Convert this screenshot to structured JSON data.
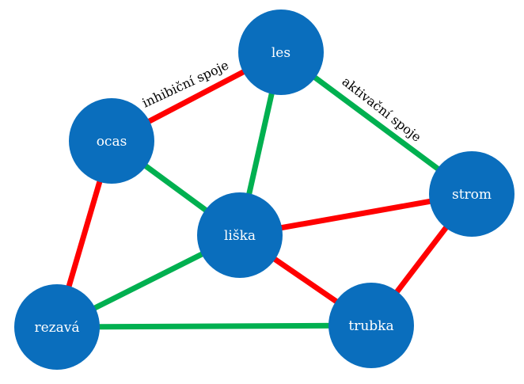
{
  "colors": {
    "node": "#0a6ebd",
    "inhibitory": "#ff0000",
    "activating": "#00b050",
    "node_text": "#ffffff",
    "label_text": "#000000"
  },
  "nodes": [
    {
      "id": "les",
      "label": "les"
    },
    {
      "id": "ocas",
      "label": "ocas"
    },
    {
      "id": "strom",
      "label": "strom"
    },
    {
      "id": "liska",
      "label": "liška"
    },
    {
      "id": "rezava",
      "label": "rezavá"
    },
    {
      "id": "trubka",
      "label": "trubka"
    }
  ],
  "edges": [
    {
      "from": "ocas",
      "to": "les",
      "type": "inhibitory"
    },
    {
      "from": "les",
      "to": "strom",
      "type": "activating"
    },
    {
      "from": "les",
      "to": "liska",
      "type": "activating"
    },
    {
      "from": "ocas",
      "to": "liska",
      "type": "activating"
    },
    {
      "from": "ocas",
      "to": "rezava",
      "type": "inhibitory"
    },
    {
      "from": "liska",
      "to": "strom",
      "type": "inhibitory"
    },
    {
      "from": "liska",
      "to": "rezava",
      "type": "activating"
    },
    {
      "from": "liska",
      "to": "trubka",
      "type": "inhibitory"
    },
    {
      "from": "strom",
      "to": "trubka",
      "type": "inhibitory"
    },
    {
      "from": "rezava",
      "to": "trubka",
      "type": "activating"
    }
  ],
  "edge_labels": {
    "inhibitory": "inhibiční spoje",
    "activating": "aktivační spoje"
  }
}
